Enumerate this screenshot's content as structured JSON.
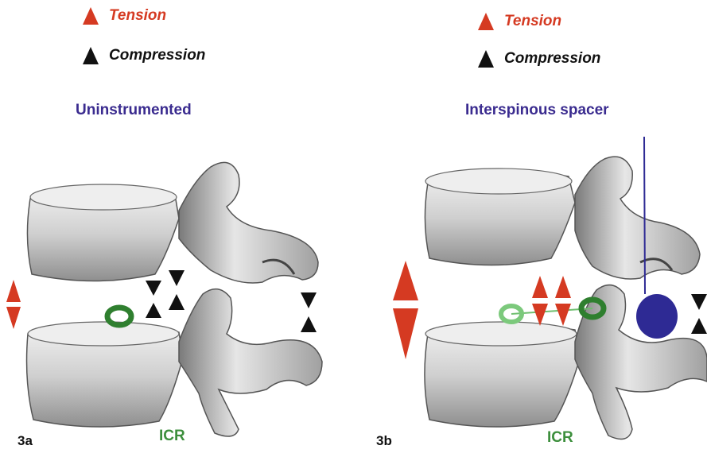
{
  "legend": {
    "tension": "Tension",
    "compression": "Compression",
    "tension_color": "#d53a22",
    "compression_color": "#111111"
  },
  "panels": [
    {
      "title": "Uninstrumented",
      "label": "3a",
      "icr": "ICR"
    },
    {
      "title": "Interspinous spacer",
      "label": "3b",
      "icr": "ICR"
    }
  ],
  "colors": {
    "title": "#3a2b8f",
    "icr_marker": "#2f7f2f",
    "icr_text": "#3d8f3d",
    "spacer": "#2e2a94",
    "bone": "#dcdcdc"
  },
  "icons": [
    "tension-arrow-icon",
    "compression-arrow-icon",
    "icr-ring-icon",
    "spacer-ellipse-icon"
  ]
}
